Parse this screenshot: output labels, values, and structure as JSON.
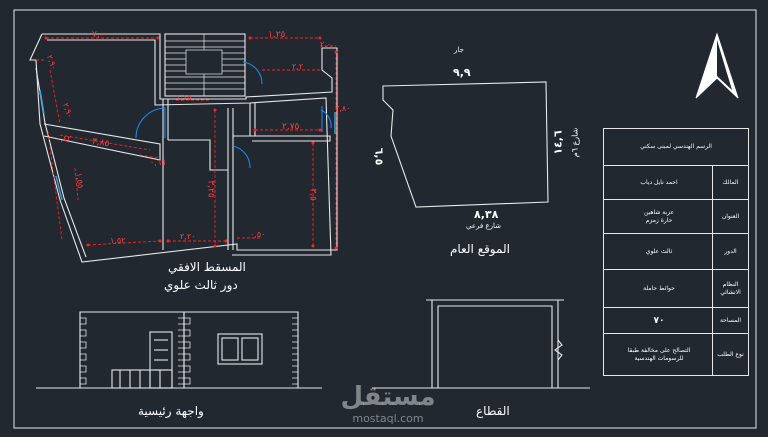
{
  "floor_plan": {
    "title_line1": "المسقط الافقي",
    "title_line2": "دور ثالث علوي",
    "dimensions": {
      "top_left": "٧,٠٠",
      "top_mid": "١,٢٥",
      "top_right": "٢,٠",
      "right_short": "٢,٢",
      "right_side": "٢,٨٠",
      "inner_mid": "١,١٥",
      "room_right_width": "٢,٧٥",
      "room_right_height": "٣,٥٠",
      "corridor_height": "٣,٢٥",
      "left_diag": "٢,٩٠",
      "left_side": "٢,٩٠",
      "room_left_top": "٣,٨٥",
      "room_left_small": "٠,٤٢",
      "room_left_height": "١,٥٥",
      "bottom_left": "١,٥٢",
      "bottom_mid": "٢,٢٠",
      "bottom_right": "٠,٥٠",
      "door_small": "٠,٦٦"
    }
  },
  "site_plan": {
    "title": "الموقع العام",
    "neighbor_label": "جار",
    "top_dim": "٩,٩",
    "left_dim": "٦,٥",
    "right_dim": "١٤,٦",
    "right_street": "شارع ٦م",
    "bottom_dim": "٨,٣٨",
    "bottom_street": "شارع فرعي"
  },
  "elevation": {
    "title": "واجهة رئيسية"
  },
  "section": {
    "title": "القطاع"
  },
  "title_block": {
    "header": "الرسم الهندسي لمبنى سكني",
    "rows": [
      {
        "key": "المالك",
        "value": "احمد نايل دياب"
      },
      {
        "key": "العنوان",
        "value": "عزبة شاهين\nحارة زمزم"
      },
      {
        "key": "الدور",
        "value": "ثالث علوي"
      },
      {
        "key": "النظام الانشائي",
        "value": "حوائط حاملة"
      },
      {
        "key": "المساحة",
        "value": "٧٠"
      },
      {
        "key": "نوع الطلب",
        "value": "التصالح على مخالفة طبقا\nللرسومات الهندسية"
      }
    ]
  },
  "watermark": {
    "brand": "مستقل",
    "url": "mostaql.com"
  },
  "colors": {
    "background": "#212830",
    "linework": "#e8e8e8",
    "dimension": "#ff2020",
    "door": "#1e88e5",
    "window": "#3aa0d8"
  }
}
